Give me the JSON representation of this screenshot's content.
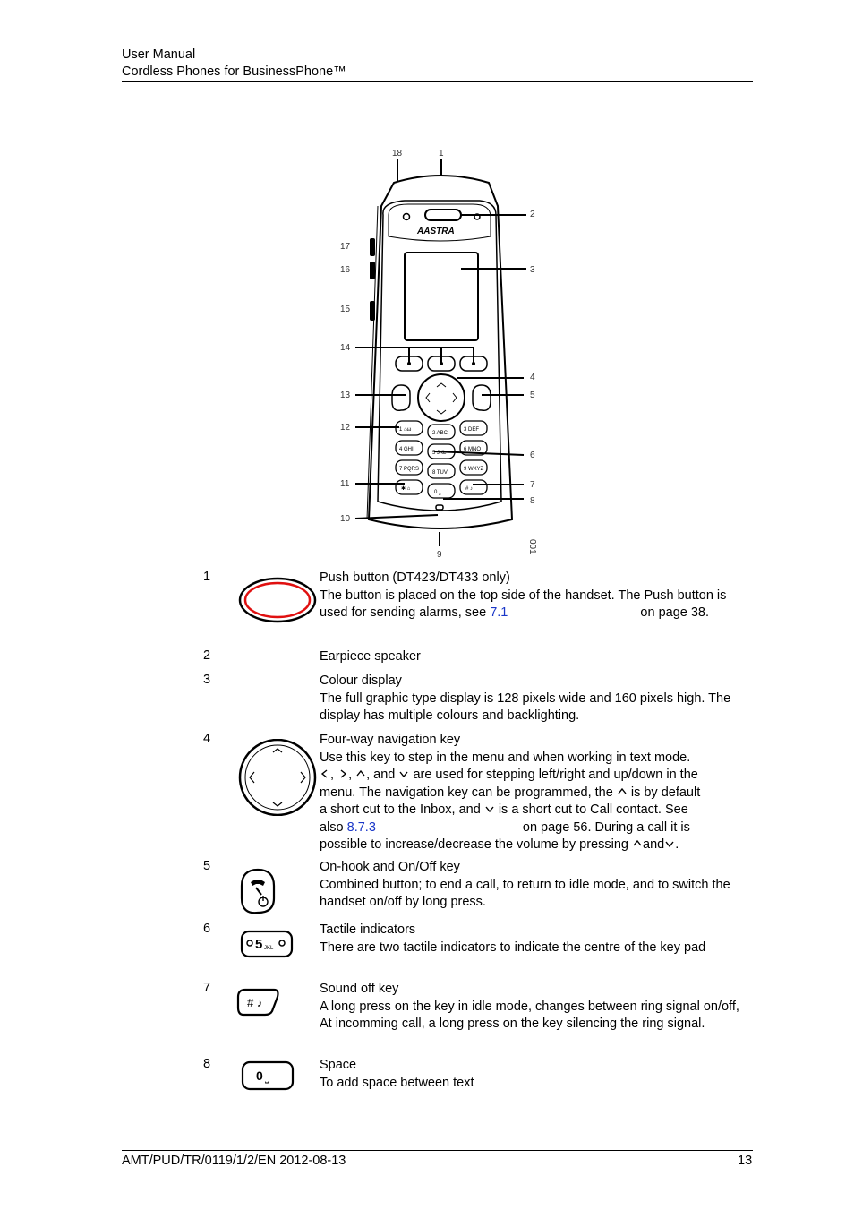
{
  "header": {
    "line1": "User Manual",
    "line2": "Cordless Phones for BusinessPhone™"
  },
  "figure": {
    "brand": "AASTRA",
    "callouts": [
      "18",
      "1",
      "2",
      "17",
      "3",
      "16",
      "15",
      "14",
      "4",
      "13",
      "5",
      "12",
      "6",
      "7",
      "11",
      "8",
      "10",
      "9"
    ],
    "image_id": "001",
    "keypad": {
      "k1": "1 ⌂ω",
      "k2": "2 ABC",
      "k3": "3 DEF",
      "k4": "4 GHI",
      "k5": "5 JKL",
      "k6": "6 MNO",
      "k7": "7 PQRS",
      "k8": "8 TUV",
      "k9": "9 WXYZ",
      "kstar": "✱ ⌂",
      "k0": "0 ⎵",
      "khash": "# ♪"
    }
  },
  "items": [
    {
      "num": "1",
      "icon": "push-button-icon",
      "title": "Push button (DT423/DT433 only)",
      "body_a": "The button is placed on the top side of the handset. The Push button is used for sending alarms, see ",
      "link": "7.1",
      "body_b": " on page 38",
      "body_c": "."
    },
    {
      "num": "2",
      "title": "Earpiece speaker"
    },
    {
      "num": "3",
      "title": "Colour display",
      "body": "The full graphic type display is 128 pixels wide and 160 pixels high. The display has multiple colours and backlighting."
    },
    {
      "num": "4",
      "icon": "navigation-key-icon",
      "title": "Four-way navigation key",
      "line1": "Use this key to step in the menu and when working in text mode.",
      "line2_sep1": ",",
      "line2_sep2": ",",
      "line2_sep3": ", and",
      "line2_rest": "are used for stepping left/right and up/down in the",
      "line3": "menu. The navigation key can be programmed, the",
      "line3b": "is by default",
      "line4a": "a short cut to the Inbox, and",
      "line4b": "is a short cut to Call contact. See",
      "line5a": "also",
      "link": "8.7.3",
      "line5b": "on page 56. During a call it is",
      "line6a": "possible to increase/decrease the volume by pressing",
      "line6b": "and",
      "line6c": "."
    },
    {
      "num": "5",
      "icon": "on-hook-key-icon",
      "title": "On-hook and On/Off key",
      "body": "Combined button; to end a call, to return to idle mode, and to switch the handset on/off by long press."
    },
    {
      "num": "6",
      "icon": "key-5-icon",
      "icon_label": "5",
      "icon_sub": "JKL",
      "title": "Tactile indicators",
      "body": "There are two tactile indicators to indicate the centre of the key pad"
    },
    {
      "num": "7",
      "icon": "sound-off-key-icon",
      "icon_label": "# ♪",
      "title": "Sound off key",
      "body": "A long press on the key in idle mode, changes between ring signal on/off, At incomming call, a long press on the key silencing the ring signal."
    },
    {
      "num": "8",
      "icon": "space-key-icon",
      "icon_label": "0",
      "icon_sub": "⎵",
      "title": "Space",
      "body": "To add space between text"
    }
  ],
  "footer": {
    "doc_id": "AMT/PUD/TR/0119/1/2/EN  2012-08-13",
    "page": "13"
  }
}
